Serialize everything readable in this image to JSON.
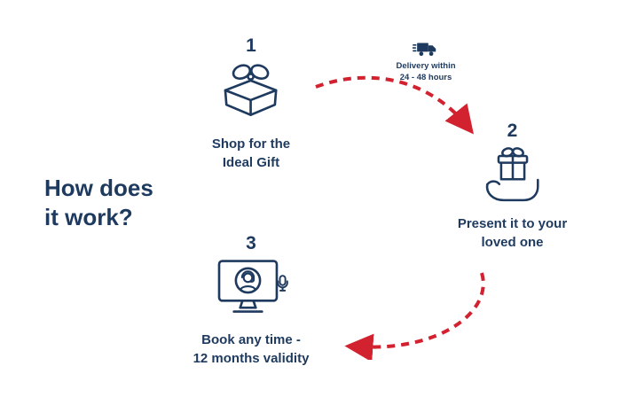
{
  "colors": {
    "navy": "#1e3a5f",
    "red": "#d2222f",
    "background": "#ffffff"
  },
  "title": {
    "line1": "How does",
    "line2": "it work?"
  },
  "steps": [
    {
      "number": "1",
      "icon": "gift-box-icon",
      "label_line1": "Shop for the",
      "label_line2": "Ideal Gift"
    },
    {
      "number": "2",
      "icon": "hand-gift-icon",
      "label_line1": "Present it to your",
      "label_line2": "loved one"
    },
    {
      "number": "3",
      "icon": "support-monitor-icon",
      "label_line1": "Book any time -",
      "label_line2": "12 months validity"
    }
  ],
  "delivery_badge": {
    "icon": "delivery-truck-icon",
    "line1": "Delivery within",
    "line2": "24 - 48 hours"
  },
  "arrows": [
    {
      "name": "arrow-step1-to-step2",
      "style": "dashed-curved"
    },
    {
      "name": "arrow-step2-to-step3",
      "style": "dashed-curved"
    }
  ]
}
